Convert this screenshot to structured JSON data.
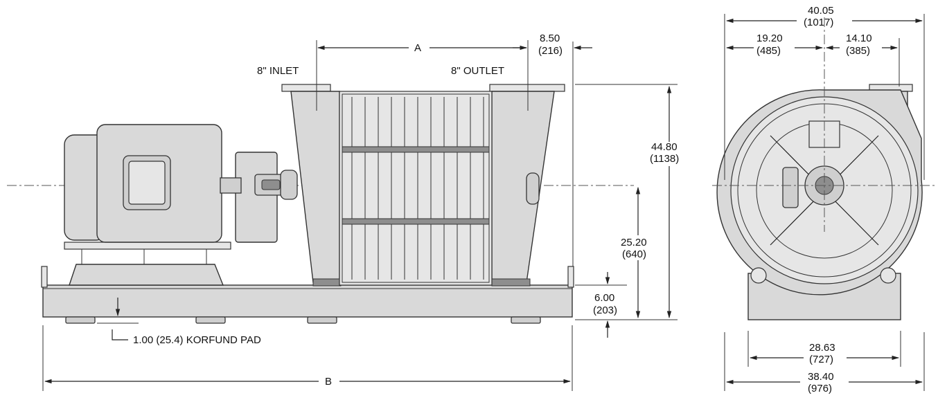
{
  "labels": {
    "inlet": "8\" INLET",
    "outlet": "8\" OUTLET",
    "dim_a": "A",
    "dim_b": "B",
    "pad_note": "1.00 (25.4) KORFUND PAD"
  },
  "side_dims": {
    "d_850": "8.50",
    "d_850_mm": "(216)",
    "d_4480": "44.80",
    "d_4480_mm": "(1138)",
    "d_2520": "25.20",
    "d_2520_mm": "(640)",
    "d_600": "6.00",
    "d_600_mm": "(203)"
  },
  "end_dims": {
    "d_4005": "40.05",
    "d_4005_mm": "(1017)",
    "d_1920": "19.20",
    "d_1920_mm": "(485)",
    "d_1410": "14.10",
    "d_1410_mm": "(385)",
    "d_2863": "28.63",
    "d_2863_mm": "(727)",
    "d_3840": "38.40",
    "d_3840_mm": "(976)"
  }
}
